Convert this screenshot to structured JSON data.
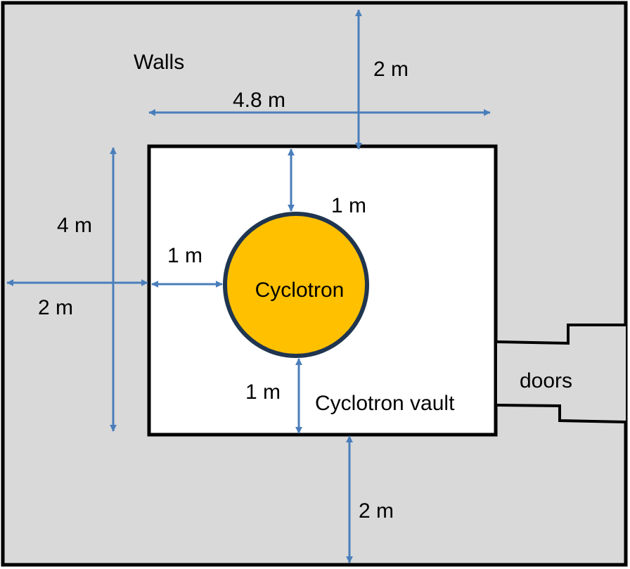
{
  "diagram": {
    "labels": {
      "walls": "Walls",
      "top_wall_thickness": "2 m",
      "vault_width": "4.8 m",
      "vault_depth": "4 m",
      "left_wall_thickness": "2 m",
      "left_clearance": "1 m",
      "top_clearance": "1 m",
      "bottom_clearance": "1 m",
      "bottom_wall_thickness": "2 m",
      "cyclotron": "Cyclotron",
      "vault": "Cyclotron vault",
      "doors": "doors"
    },
    "colors": {
      "wall_fill": "#d9d9d9",
      "vault_fill": "#ffffff",
      "cyclotron_fill": "#ffc000",
      "cyclotron_stroke": "#1f3550",
      "arrow": "#4a7ebb",
      "outline": "#000000"
    }
  }
}
